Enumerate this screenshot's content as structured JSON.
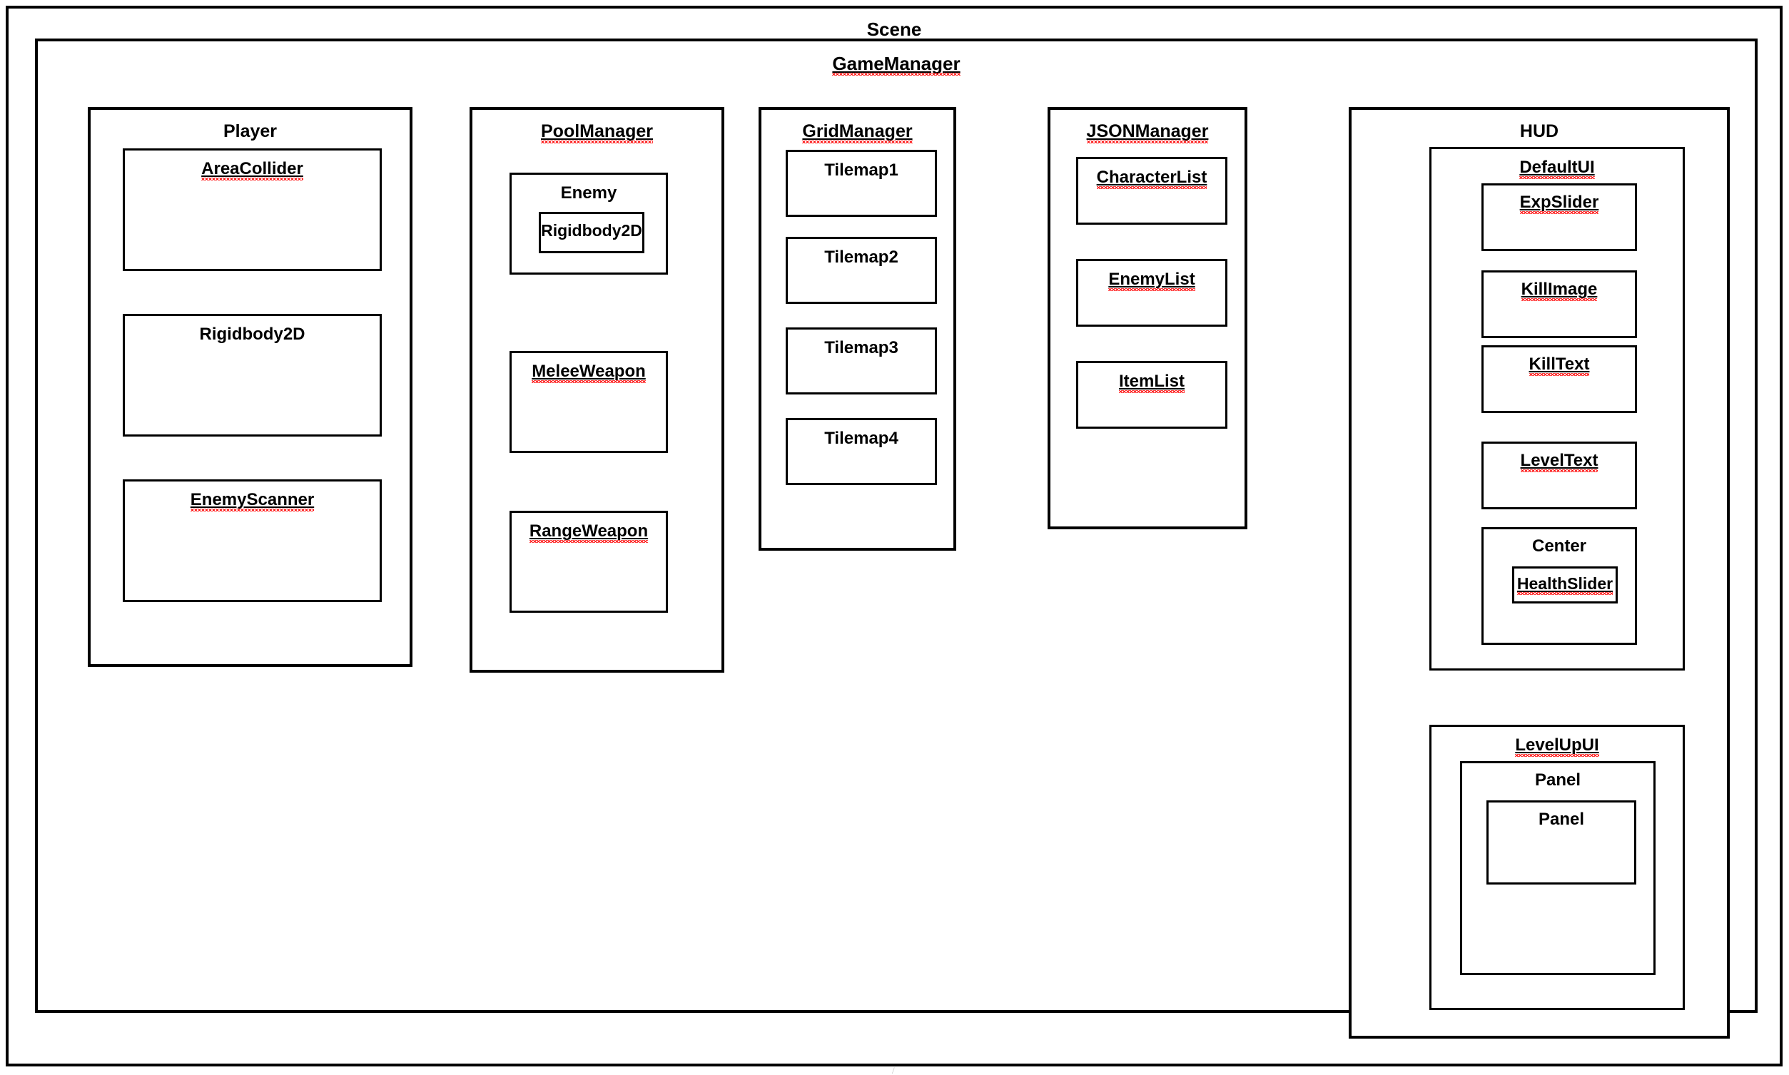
{
  "page": {
    "root_title": "Scene",
    "bottom_artifact": "/"
  },
  "scene": {
    "label": "Scene",
    "gamemanager": {
      "label": "GameManager",
      "misspelled": true,
      "children": [
        {
          "id": "player",
          "label": "Player",
          "misspelled": false,
          "children": [
            {
              "id": "area-collider",
              "label": "AreaCollider",
              "misspelled": true
            },
            {
              "id": "rigidbody2d",
              "label": "Rigidbody2D",
              "misspelled": false
            },
            {
              "id": "enemy-scanner",
              "label": "EnemyScanner",
              "misspelled": true
            }
          ]
        },
        {
          "id": "pool-manager",
          "label": "PoolManager",
          "misspelled": true,
          "children": [
            {
              "id": "enemy",
              "label": "Enemy",
              "misspelled": false,
              "children": [
                {
                  "id": "enemy-rigidbody2d",
                  "label": "Rigidbody2D",
                  "misspelled": false
                }
              ]
            },
            {
              "id": "melee-weapon",
              "label": "MeleeWeapon",
              "misspelled": true
            },
            {
              "id": "range-weapon",
              "label": "RangeWeapon",
              "misspelled": true
            }
          ]
        },
        {
          "id": "grid-manager",
          "label": "GridManager",
          "misspelled": true,
          "children": [
            {
              "id": "tilemap1",
              "label": "Tilemap1",
              "misspelled": false
            },
            {
              "id": "tilemap2",
              "label": "Tilemap2",
              "misspelled": false
            },
            {
              "id": "tilemap3",
              "label": "Tilemap3",
              "misspelled": false
            },
            {
              "id": "tilemap4",
              "label": "Tilemap4",
              "misspelled": false
            }
          ]
        },
        {
          "id": "json-manager",
          "label": "JSONManager",
          "misspelled": true,
          "children": [
            {
              "id": "character-list",
              "label": "CharacterList",
              "misspelled": true
            },
            {
              "id": "enemy-list",
              "label": "EnemyList",
              "misspelled": true
            },
            {
              "id": "item-list",
              "label": "ItemList",
              "misspelled": true
            }
          ]
        },
        {
          "id": "hud",
          "label": "HUD",
          "misspelled": false,
          "children": [
            {
              "id": "default-ui",
              "label": "DefaultUI",
              "misspelled": true,
              "children": [
                {
                  "id": "exp-slider",
                  "label": "ExpSlider",
                  "misspelled": true
                },
                {
                  "id": "kill-image",
                  "label": "KillImage",
                  "misspelled": true
                },
                {
                  "id": "kill-text",
                  "label": "KillText",
                  "misspelled": true
                },
                {
                  "id": "level-text",
                  "label": "LevelText",
                  "misspelled": true
                },
                {
                  "id": "center",
                  "label": "Center",
                  "misspelled": false,
                  "children": [
                    {
                      "id": "health-slider",
                      "label": "HealthSlider",
                      "misspelled": true
                    }
                  ]
                }
              ]
            },
            {
              "id": "levelup-ui",
              "label": "LevelUpUI",
              "misspelled": true,
              "children": [
                {
                  "id": "panel-outer",
                  "label": "Panel",
                  "misspelled": false,
                  "children": [
                    {
                      "id": "panel-inner",
                      "label": "Panel",
                      "misspelled": false
                    }
                  ]
                }
              ]
            }
          ]
        }
      ]
    }
  },
  "colors": {
    "stroke": "#000000",
    "background": "#ffffff",
    "spellcheck": "#ff0000"
  }
}
